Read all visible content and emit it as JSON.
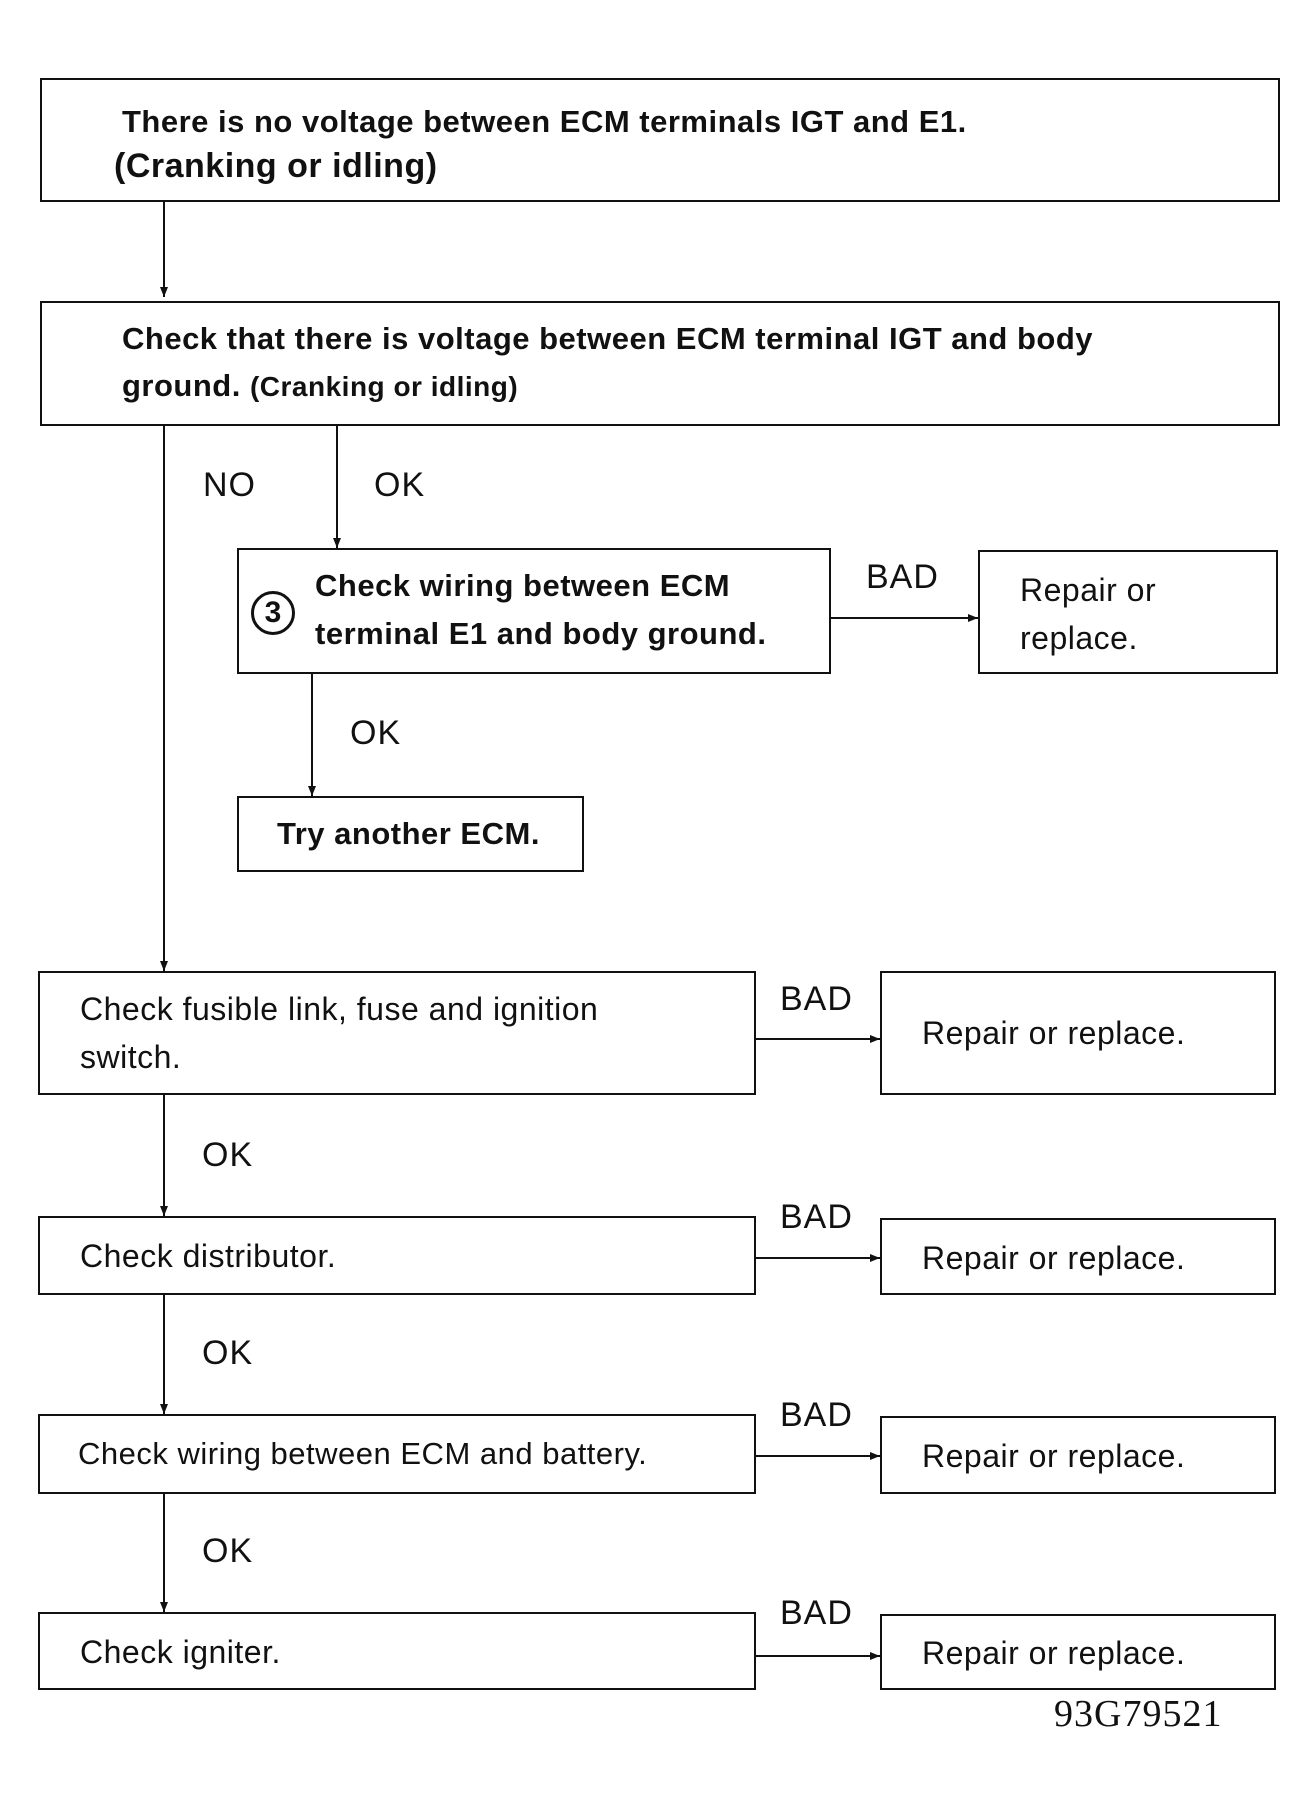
{
  "start": {
    "line1": "There is no voltage between ECM terminals IGT and E1.",
    "line2": "(Cranking or idling)"
  },
  "check_igt": {
    "line1": "Check that there is voltage between ECM terminal IGT and body",
    "line2_a": "ground. ",
    "line2_b": "(Cranking or idling)"
  },
  "check_e1": {
    "step": "3",
    "line1": "Check wiring between ECM",
    "line2": "terminal E1 and body ground."
  },
  "repair_e1": {
    "line1": "Repair or",
    "line2": "replace."
  },
  "try_ecm": "Try another ECM.",
  "check_fuse": {
    "line1": "Check fusible link, fuse and ignition",
    "line2": "switch."
  },
  "check_distributor": "Check distributor.",
  "check_battery": "Check wiring between ECM and battery.",
  "check_igniter": "Check igniter.",
  "repair": "Repair or replace.",
  "labels": {
    "no": "NO",
    "ok": "OK",
    "bad": "BAD"
  },
  "figure_code": "93G79521"
}
